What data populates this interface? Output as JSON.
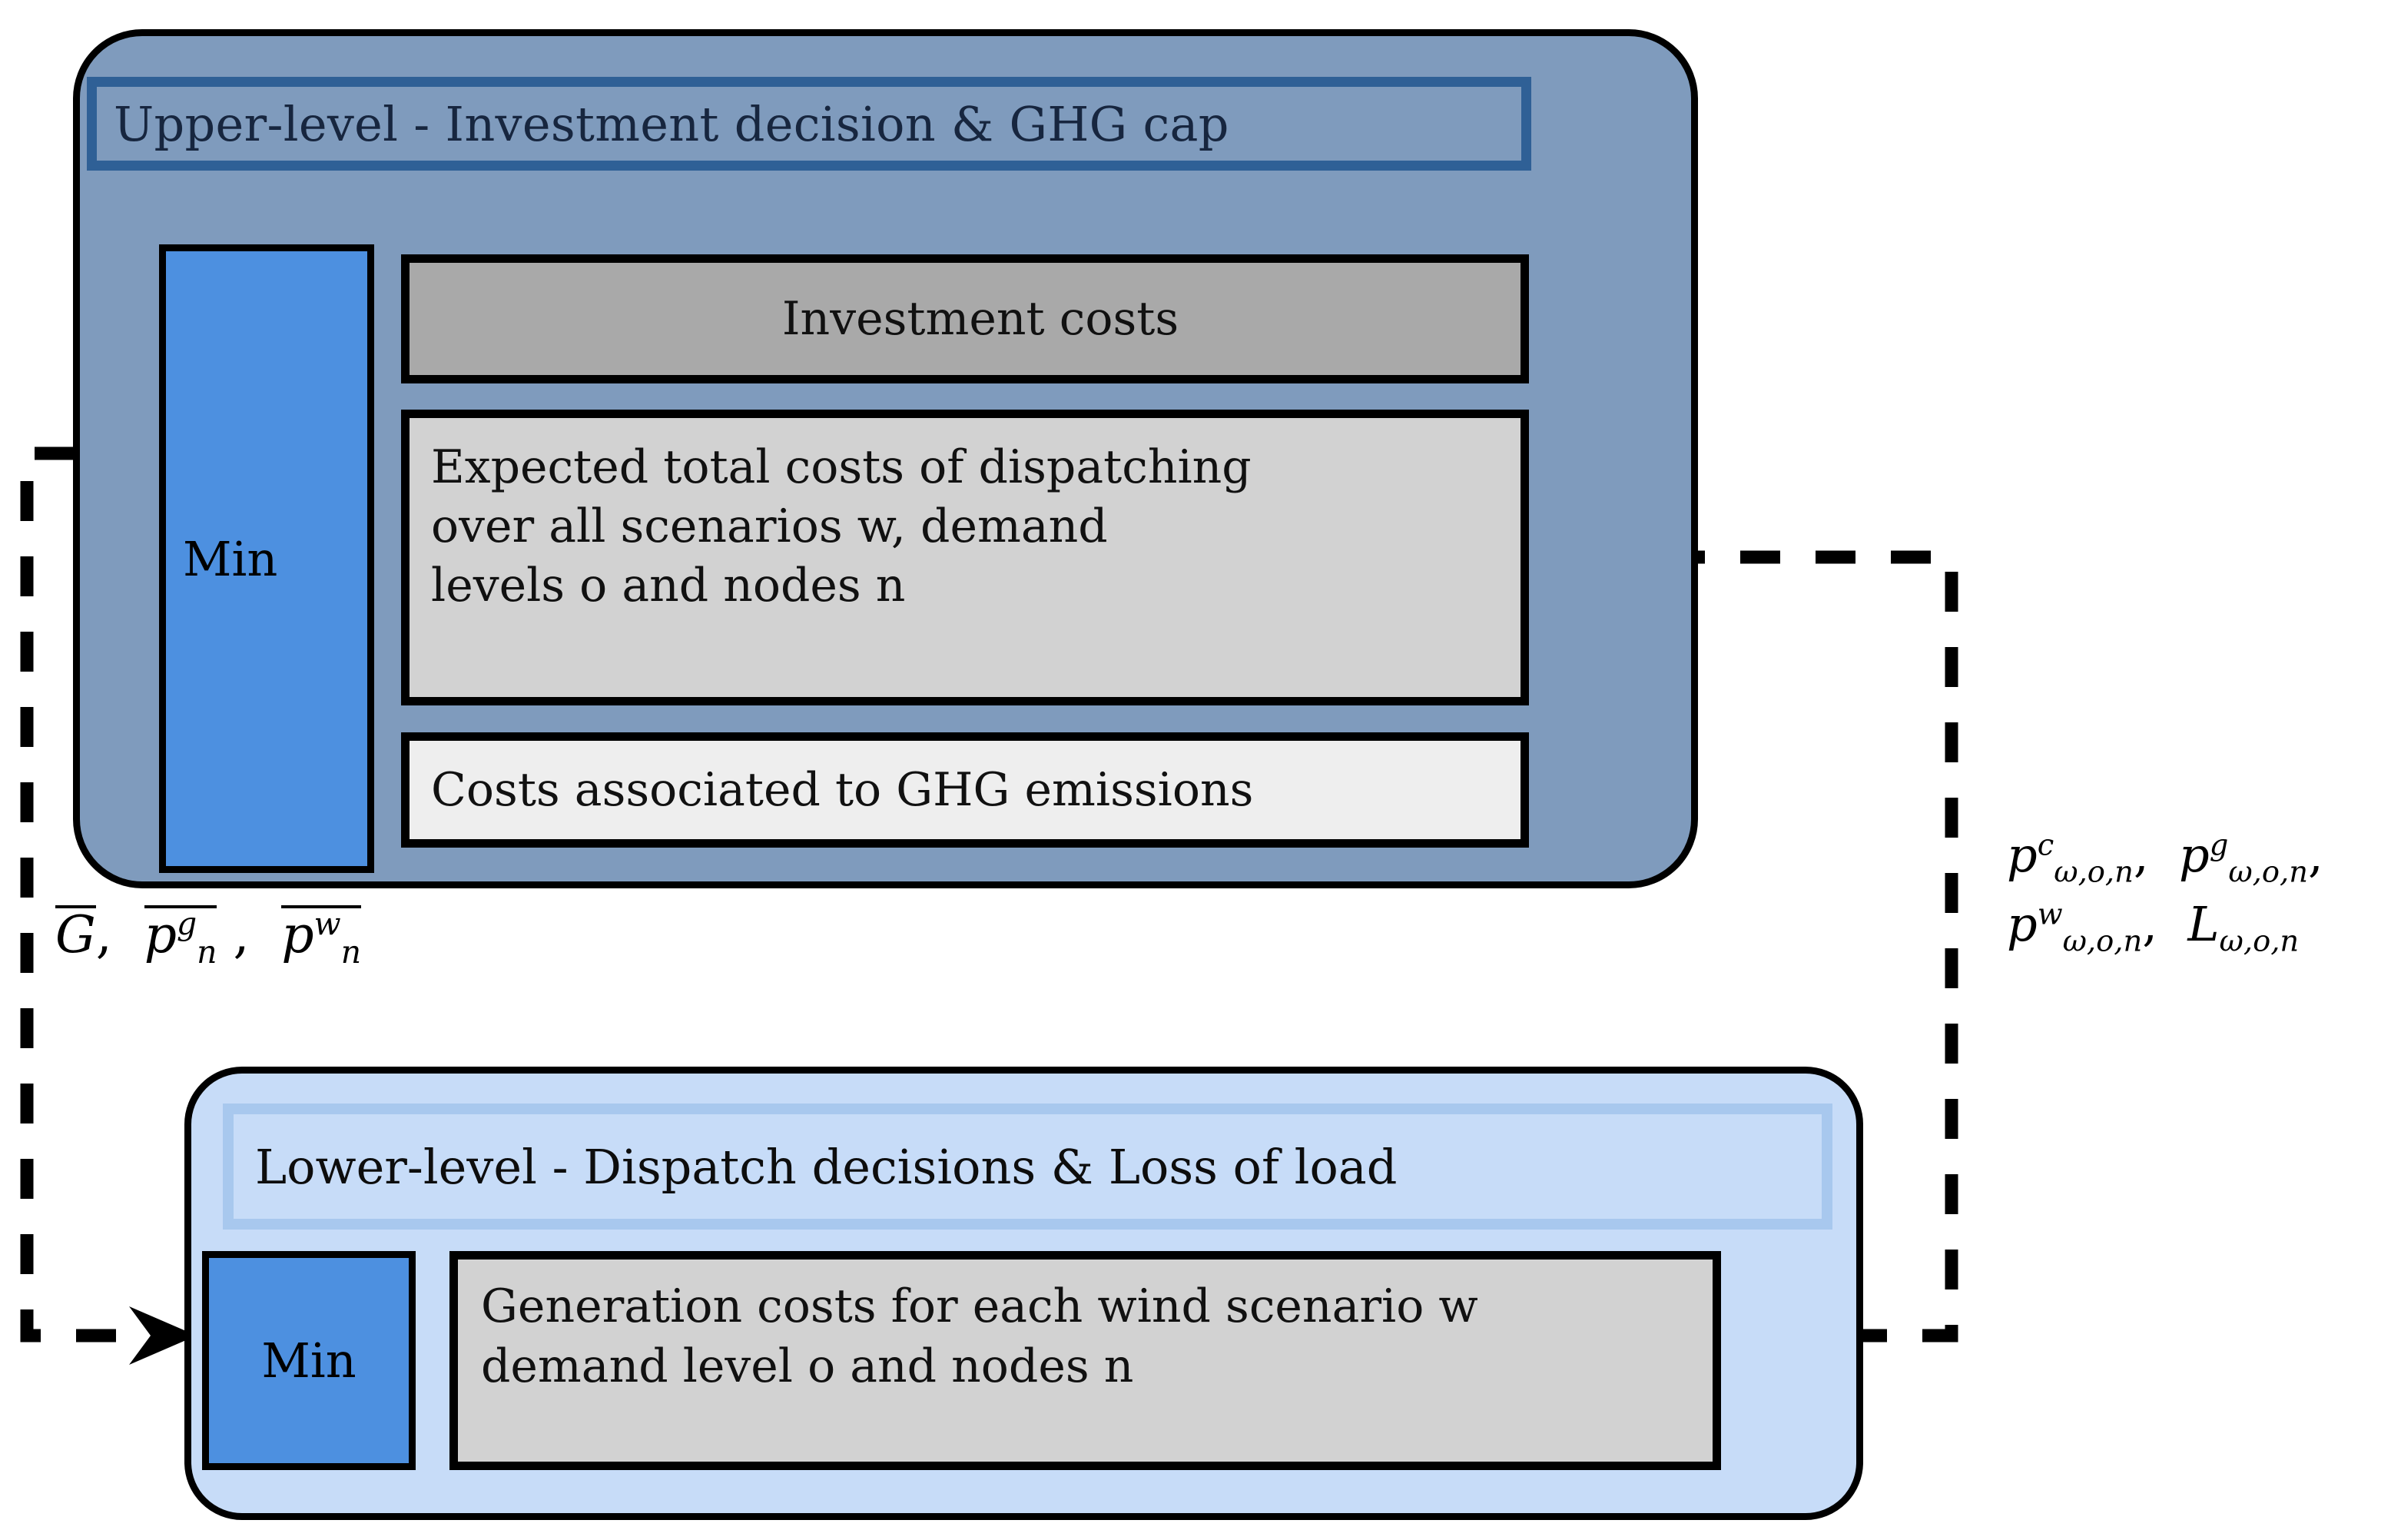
{
  "diagram": {
    "title": "Bilevel optimization model structure",
    "colors": {
      "upper_panel_fill": "#7f9bbd",
      "upper_header_border": "#2f6096",
      "lower_panel_fill": "#c7dcf8",
      "lower_header_border": "#a8c8ee",
      "min_box_fill": "#4d90e0",
      "investment_box_fill": "#a9a9a9",
      "expected_box_fill": "#d2d2d2",
      "ghg_box_fill": "#eeeeee",
      "generation_box_fill": "#d2d2d2",
      "outline": "#000000",
      "header_text": "#17263f"
    },
    "upper_level": {
      "header": "Upper-level - Investment decision & GHG cap",
      "objective_operator": "Min",
      "terms": [
        {
          "label": "Investment costs"
        },
        {
          "label": "Expected total costs of dispatching over all scenarios w, demand levels o and nodes n",
          "lines": [
            "Expected total costs of dispatching",
            "over all scenarios w, demand",
            "levels o and nodes n"
          ]
        },
        {
          "label": "Costs associated to GHG emissions"
        }
      ]
    },
    "lower_level": {
      "header": "Lower-level - Dispatch decisions & Loss of load",
      "objective_operator": "Min",
      "terms": [
        {
          "label": "Generation costs for each wind scenario w demand level o and nodes n",
          "lines": [
            "Generation costs for each wind scenario w",
            "demand level o and nodes n"
          ]
        }
      ]
    },
    "connectors": {
      "downward_label_plain": "G-bar, p-bar^g_n, p-bar^w_n",
      "downward_variables": [
        {
          "base": "G",
          "overline": true,
          "sup": "",
          "sub": ""
        },
        {
          "base": "p",
          "overline": true,
          "sup": "g",
          "sub": "n"
        },
        {
          "base": "p",
          "overline": true,
          "sup": "w",
          "sub": "n"
        }
      ],
      "upward_label_plain": "p^c_{w,o,n}, p^g_{w,o,n}, p^w_{w,o,n}, L_{w,o,n}",
      "upward_variables_line1": [
        {
          "base": "p",
          "sup": "c",
          "sub": "ω,o,n"
        },
        {
          "base": "p",
          "sup": "g",
          "sub": "ω,o,n"
        }
      ],
      "upward_variables_line2": [
        {
          "base": "p",
          "sup": "w",
          "sub": "ω,o,n"
        },
        {
          "base": "L",
          "sup": "",
          "sub": "ω,o,n"
        }
      ],
      "arrow_into_upper": "dashed-arrow-left",
      "arrow_into_lower": "dashed-arrow-right"
    }
  }
}
